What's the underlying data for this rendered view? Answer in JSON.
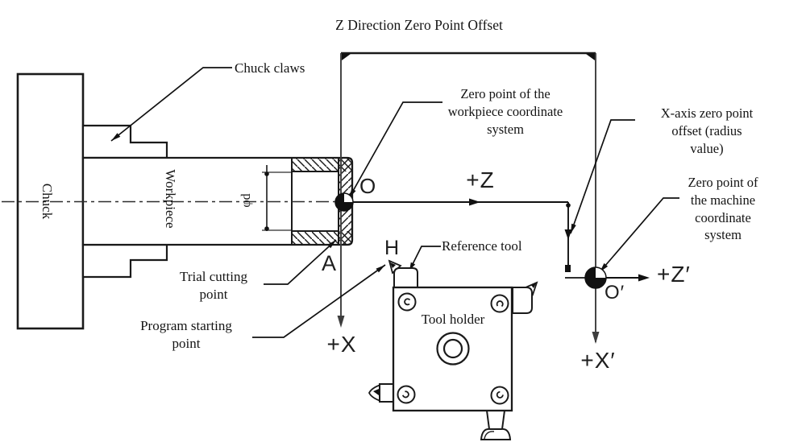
{
  "title": "Z Direction Zero Point Offset",
  "labels": {
    "chuck_claws": "Chuck claws",
    "chuck": "Chuck",
    "workpiece": "Workpiece",
    "workpiece_zero": "Zero point of the\nworkpiece coordinate\nsystem",
    "x_axis_offset": "X-axis zero point\noffset (radius value)",
    "machine_zero": "Zero point of\nthe machine\ncoordinate system",
    "trial_cutting": "Trial cutting\npoint",
    "program_start": "Program starting\npoint",
    "reference_tool": "Reference tool",
    "tool_holder": "Tool holder",
    "diameter_dim": "φd"
  },
  "points": {
    "workpiece_origin": "O",
    "machine_origin": "O′",
    "trial_point": "A",
    "tool_height_point": "H"
  },
  "axes": {
    "z_plus": "+Z",
    "x_plus": "+X",
    "z_prime_plus": "+Z′",
    "x_prime_plus": "+X′"
  },
  "colors": {
    "line": "#1a1a1a",
    "axis_line": "#3d3d3d",
    "background": "#ffffff"
  }
}
